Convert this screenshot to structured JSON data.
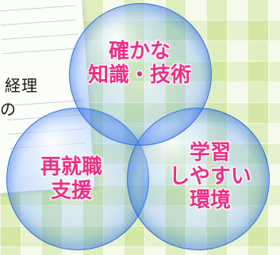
{
  "document": {
    "text_line_1": "経理",
    "text_line_2": "の"
  },
  "circles": {
    "top": {
      "lines": [
        "確かな",
        "知識・技術"
      ]
    },
    "left": {
      "lines": [
        "再就職",
        "支援"
      ]
    },
    "right": {
      "lines": [
        "学習",
        "しやすい",
        "環境"
      ]
    }
  },
  "colors": {
    "label": "#ee2e85",
    "bubble_edge": "#2864dc",
    "background": "#eef6da"
  }
}
